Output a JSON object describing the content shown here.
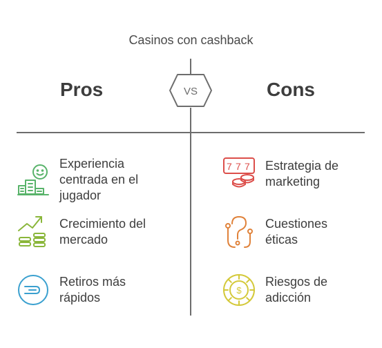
{
  "title": "Casinos con cashback",
  "vs": "VS",
  "pros": {
    "heading": "Pros",
    "items": [
      {
        "label": "Experiencia centrada en el jugador",
        "icon": "smiley-building-icon"
      },
      {
        "label": "Crecimiento del mercado",
        "icon": "growth-chart-icon"
      },
      {
        "label": "Retiros más rápidos",
        "icon": "fast-forward-icon"
      }
    ]
  },
  "cons": {
    "heading": "Cons",
    "items": [
      {
        "label": "Estrategia de marketing",
        "icon": "slot-machine-icon"
      },
      {
        "label": "Cuestiones éticas",
        "icon": "question-hook-icon"
      },
      {
        "label": "Riesgos de adicción",
        "icon": "casino-chip-icon"
      }
    ]
  },
  "colors": {
    "green": "#58b36a",
    "blue": "#3aa0cf",
    "red": "#dc4e4a",
    "orange": "#e0823a",
    "yellow": "#d4c93a",
    "divider": "#6d6d6d"
  }
}
